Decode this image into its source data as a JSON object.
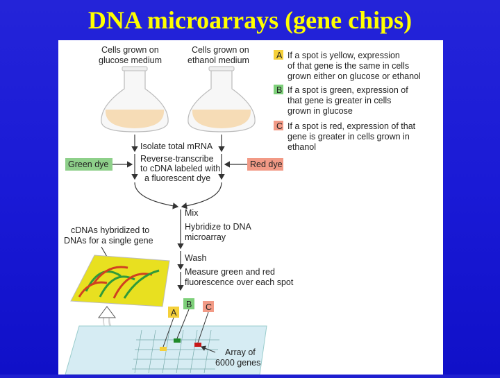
{
  "slide": {
    "title": "DNA microarrays (gene chips)"
  },
  "diagram": {
    "flask_left_label": [
      "Cells grown on",
      "glucose medium"
    ],
    "flask_right_label": [
      "Cells grown on",
      "ethanol medium"
    ],
    "steps": {
      "isolate": "Isolate total mRNA",
      "reverse": [
        "Reverse-transcribe",
        "to cDNA labeled with",
        "a fluorescent dye"
      ],
      "mix": "Mix",
      "hybridize": [
        "Hybridize to DNA",
        "microarray"
      ],
      "wash": "Wash",
      "measure": [
        "Measure green and red",
        "fluorescence over each spot"
      ]
    },
    "green_dye": "Green dye",
    "red_dye": "Red dye",
    "hybrid_label": [
      "cDNAs hybridized to",
      "DNAs for a single gene"
    ],
    "array_label": [
      "Array of",
      "6000 genes"
    ],
    "legend": [
      {
        "letter": "A",
        "color": "#f5d03a",
        "lines": [
          "If a spot is yellow, expression",
          "of that gene is the same in cells",
          "grown either on glucose or ethanol"
        ]
      },
      {
        "letter": "B",
        "color": "#7ed07a",
        "lines": [
          "If a spot is green, expression of",
          "that gene is greater in cells",
          "grown in glucose"
        ]
      },
      {
        "letter": "C",
        "color": "#f29a86",
        "lines": [
          "If a spot is red, expression of that",
          "gene is greater in cells grown in",
          "ethanol"
        ]
      }
    ],
    "spot_letters": {
      "a": "A",
      "b": "B",
      "c": "C"
    }
  },
  "colors": {
    "title": "#ffff00",
    "background": "#1f1fd0",
    "green_box": "#8ed08a",
    "red_box": "#f29a86",
    "flask_fill": "#f6dcb6",
    "chip": "#e8e020"
  }
}
